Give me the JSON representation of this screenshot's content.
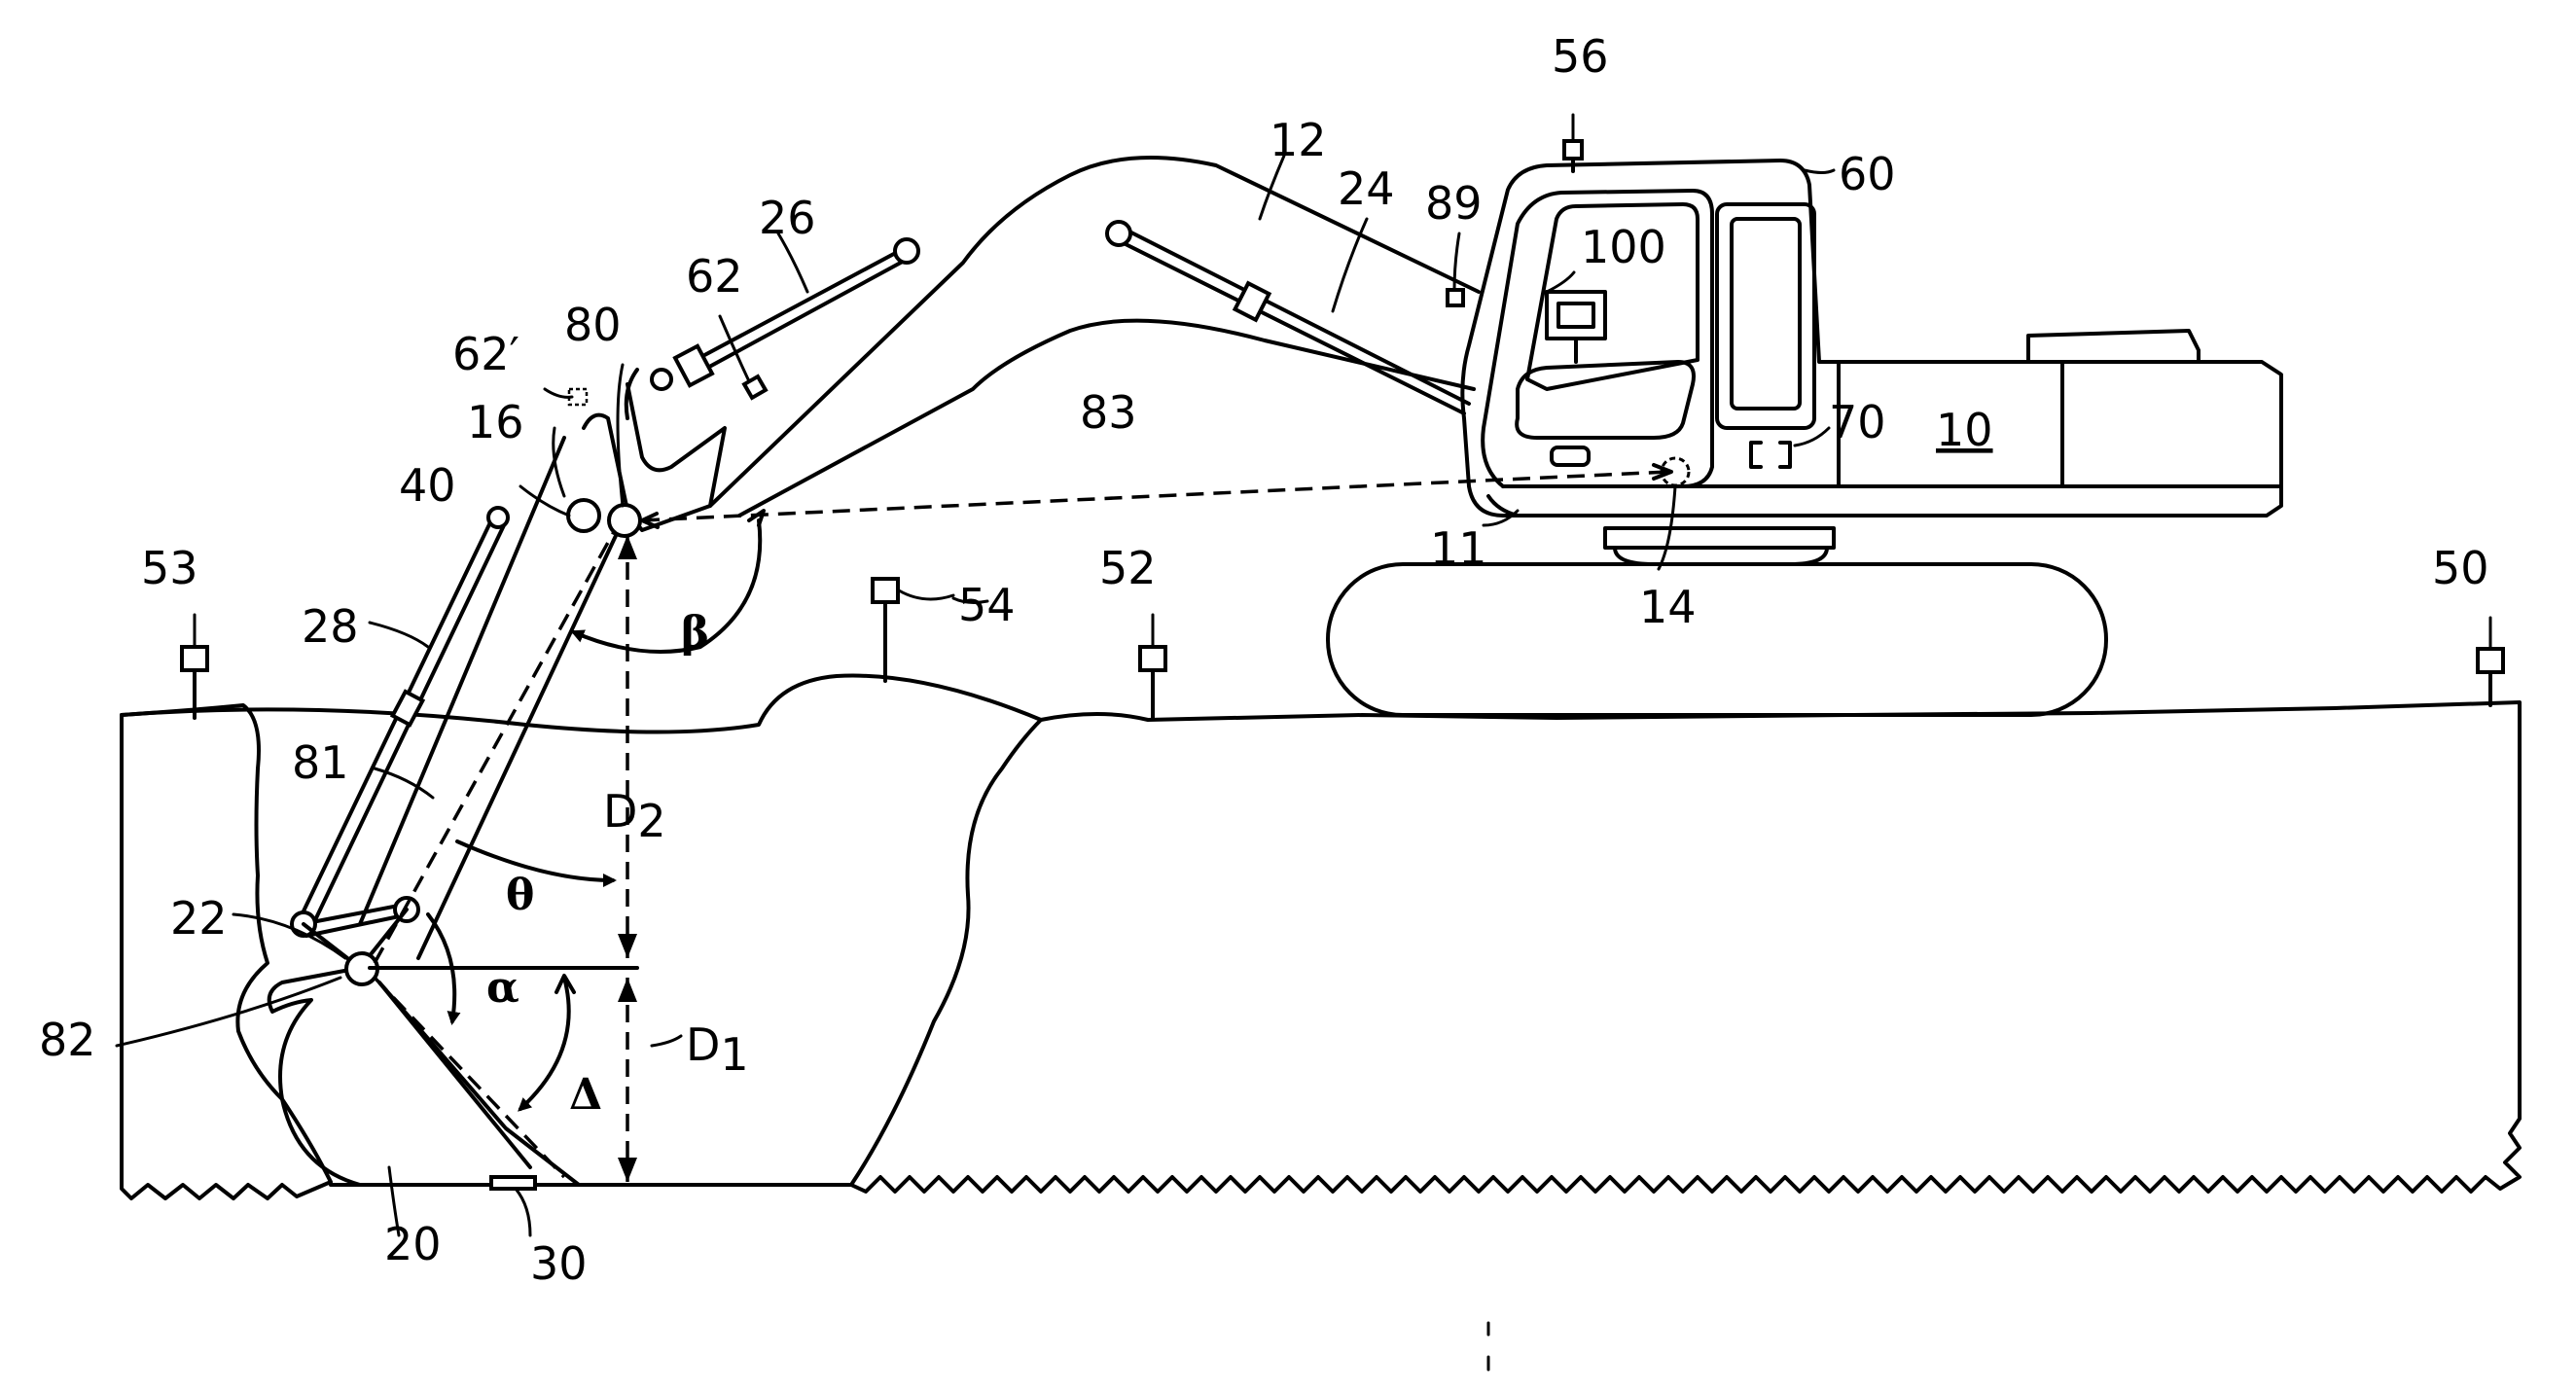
{
  "labels": {
    "excavator": "10",
    "base": "11",
    "boom": "12",
    "pivot": "14",
    "stick": "16",
    "bucket": "20",
    "bucket_pivot": "22",
    "boom_cylinder": "24",
    "stick_cylinder": "26",
    "bucket_cylinder": "28",
    "tip": "30",
    "sensor_40": "40",
    "sensor_50": "50",
    "sensor_52": "52",
    "sensor_53": "53",
    "sensor_54": "54",
    "sensor_56": "56",
    "cab": "60",
    "sensor_62": "62",
    "sensor_62_prime": "62′",
    "controller": "70",
    "point_80": "80",
    "line_81": "81",
    "point_82": "82",
    "line_83": "83",
    "sensor_89": "89",
    "display": "100"
  },
  "angles": {
    "theta": "θ",
    "alpha": "α",
    "beta": "β",
    "delta": "Δ"
  },
  "distances": {
    "d1": "D",
    "d1_sub": "1",
    "d2": "D",
    "d2_sub": "2"
  }
}
